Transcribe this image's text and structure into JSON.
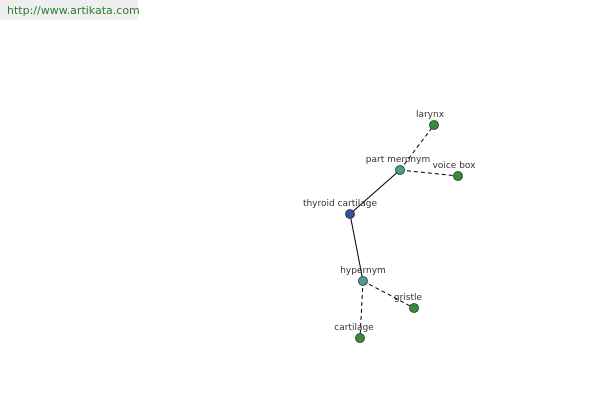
{
  "watermark": {
    "url": "http://www.artikata.com"
  },
  "colors": {
    "root_node": "#3b4ea0",
    "relation_node": "#4a9a9a",
    "leaf_node": "#3d8a3d",
    "node_stroke": "#1e3a1e",
    "edge": "#000000",
    "url_text": "#2e7d32"
  },
  "graph": {
    "nodes": {
      "root": {
        "label": "thyroid cartilage",
        "kind": "root"
      },
      "part_meronym": {
        "label": "part meronym",
        "kind": "relation"
      },
      "hypernym": {
        "label": "hypernym",
        "kind": "relation"
      },
      "larynx": {
        "label": "larynx",
        "kind": "leaf"
      },
      "voice_box": {
        "label": "voice box",
        "kind": "leaf"
      },
      "gristle": {
        "label": "gristle",
        "kind": "leaf"
      },
      "cartilage": {
        "label": "cartilage",
        "kind": "leaf"
      }
    },
    "edges": [
      {
        "from": "root",
        "to": "part_meronym",
        "style": "solid"
      },
      {
        "from": "root",
        "to": "hypernym",
        "style": "solid"
      },
      {
        "from": "part_meronym",
        "to": "larynx",
        "style": "dashed"
      },
      {
        "from": "part_meronym",
        "to": "voice_box",
        "style": "dashed"
      },
      {
        "from": "hypernym",
        "to": "gristle",
        "style": "dashed"
      },
      {
        "from": "hypernym",
        "to": "cartilage",
        "style": "dashed"
      }
    ]
  }
}
